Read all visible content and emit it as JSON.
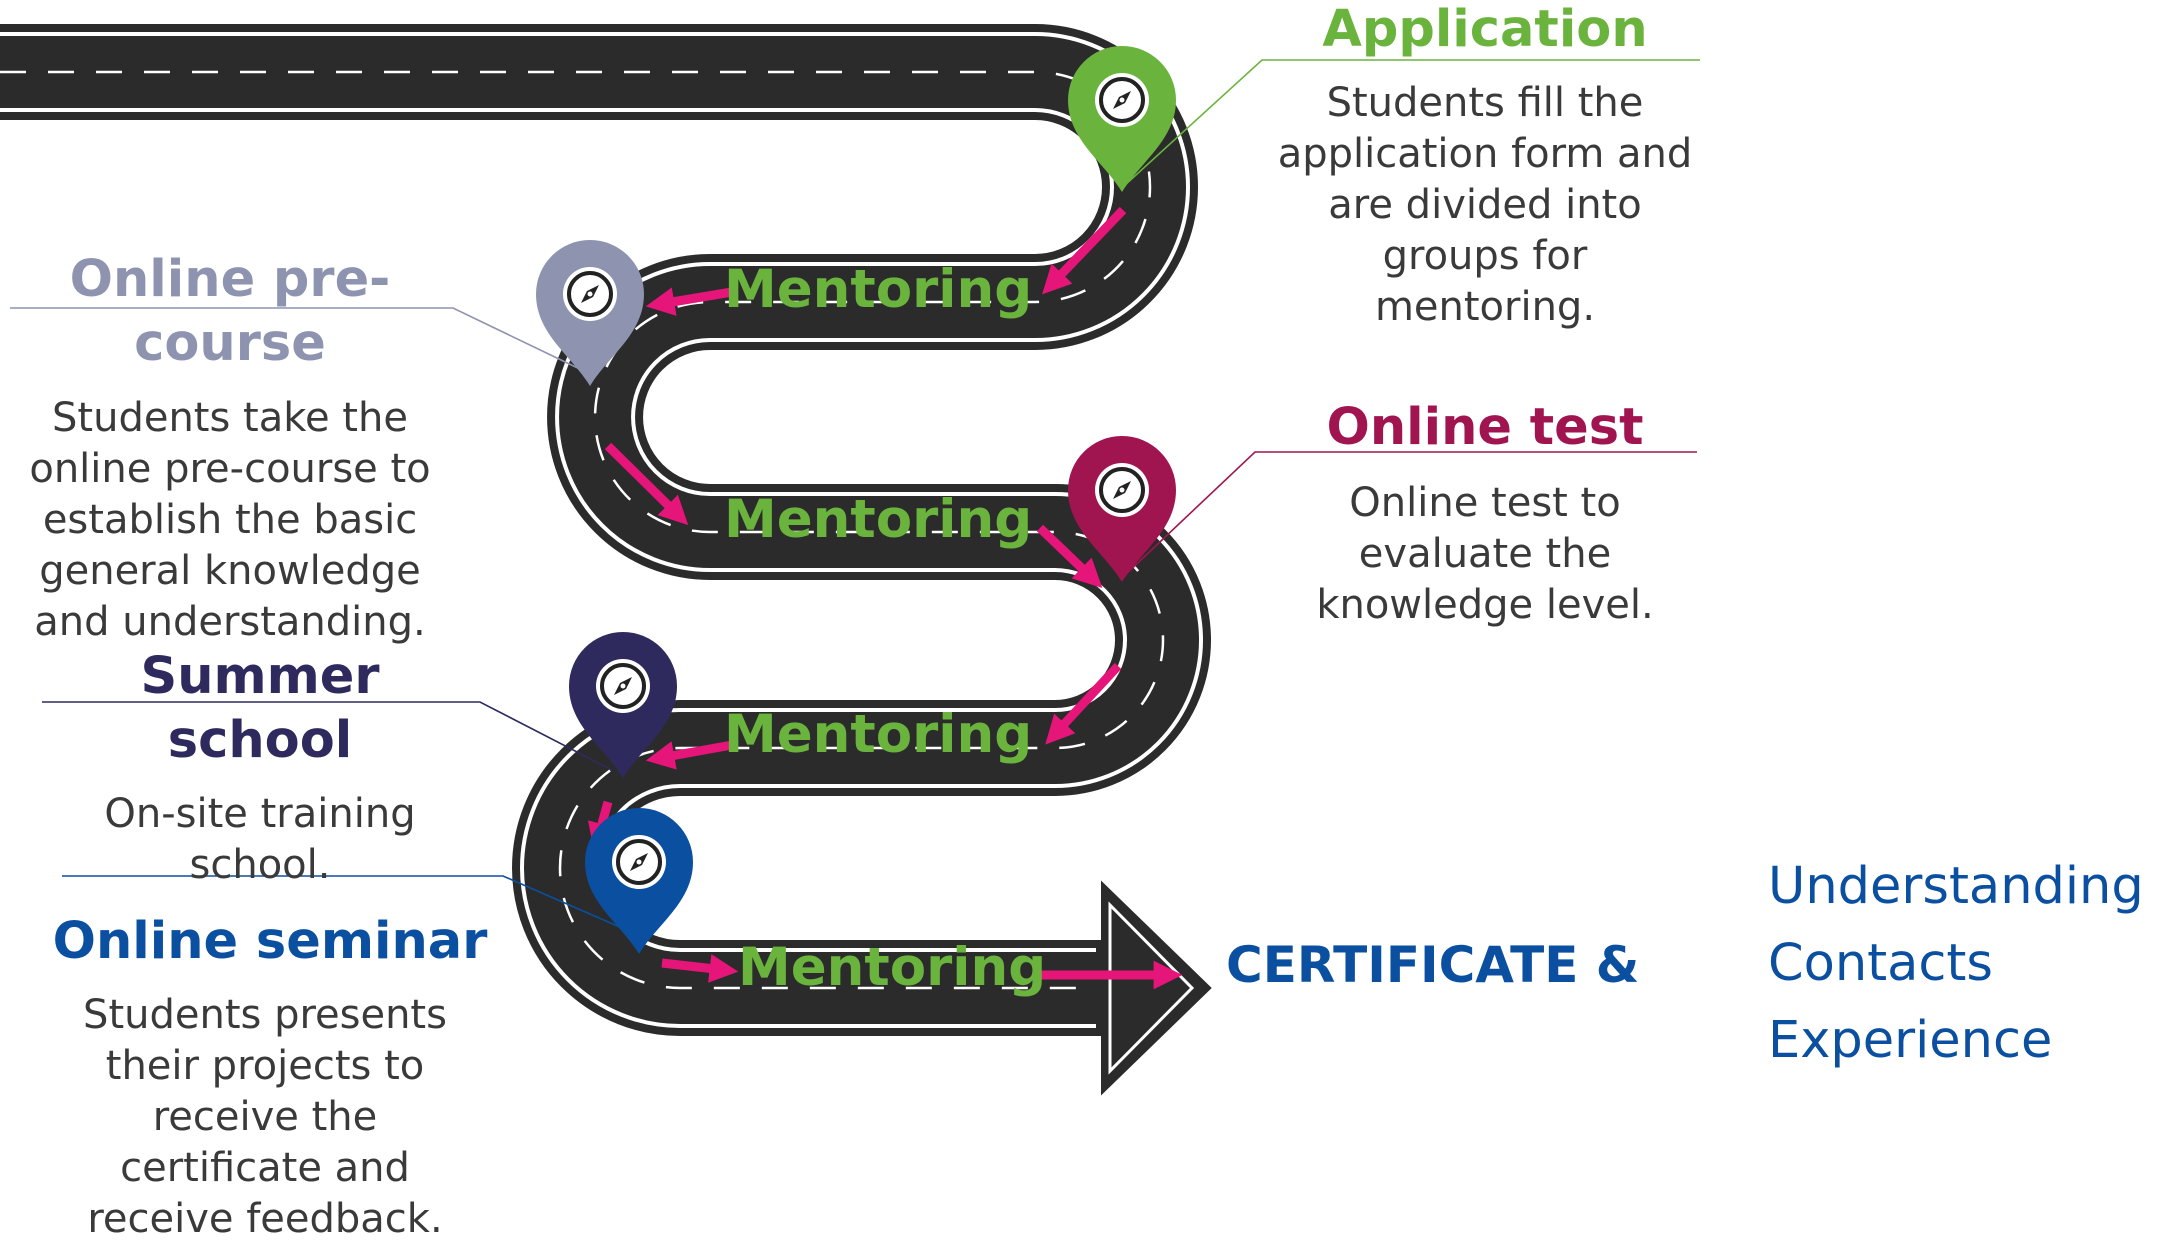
{
  "colors": {
    "application": "#6ab43e",
    "pre_course": "#8e94b0",
    "online_test": "#a01450",
    "summer_school": "#2e2a5e",
    "online_seminar": "#0b4fa0",
    "mentoring": "#6ab43e",
    "arrows": "#e5157a",
    "road": "#2b2b2b",
    "outcome": "#0b4fa0"
  },
  "stages": {
    "application": {
      "title": "Application",
      "description": "Students fill the application form and are divided into groups for mentoring."
    },
    "pre_course": {
      "title": "Online pre-course",
      "description": "Students take the online pre-course to establish the basic general knowledge and understanding."
    },
    "online_test": {
      "title": "Online test",
      "description": "Online test to evaluate the knowledge level."
    },
    "summer_school": {
      "title": "Summer school",
      "description": "On-site training school."
    },
    "online_seminar": {
      "title": "Online seminar",
      "description": "Students presents their projects to receive the certificate and receive feedback."
    }
  },
  "mentoring_label": "Mentoring",
  "outcome": {
    "certificate": "CERTIFICATE  &",
    "items": [
      "Understanding",
      "Contacts",
      "Experience"
    ]
  },
  "icons": {
    "marker": "map-pin-icon",
    "compass": "compass-icon",
    "arrow": "arrow-right-icon"
  }
}
